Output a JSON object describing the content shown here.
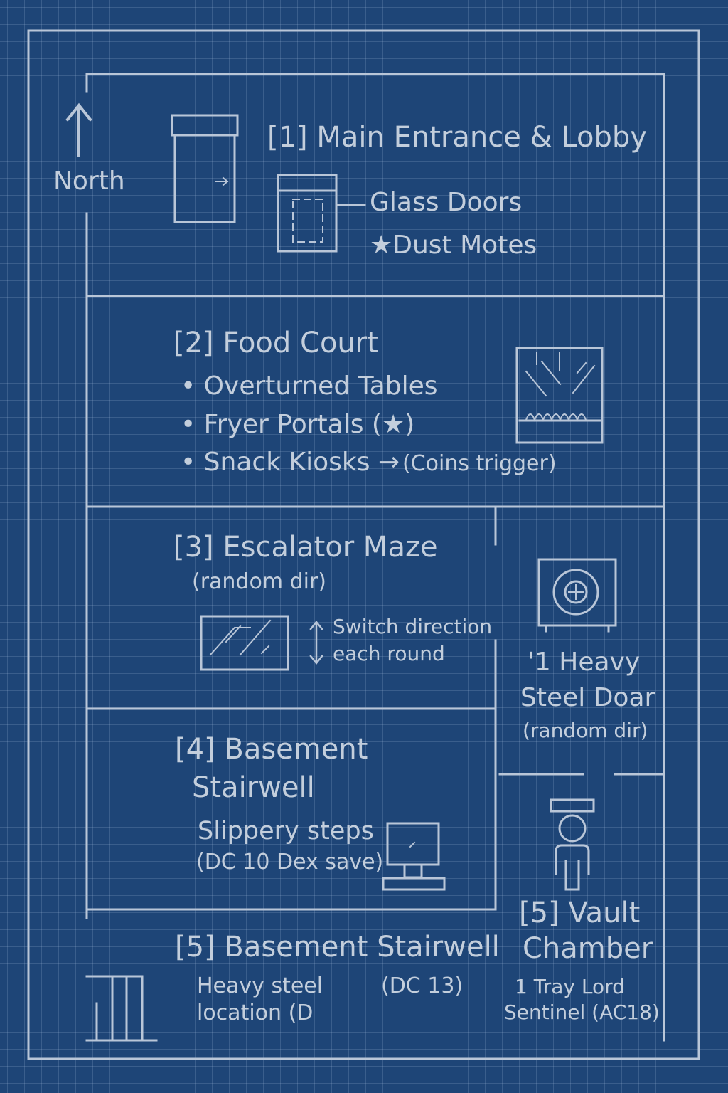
{
  "compass": {
    "label": "North"
  },
  "rooms": {
    "r1": {
      "title": "[1] Main Entrance & Lobby",
      "doors_label": "Glass Doors",
      "feature": "★Dust Motes"
    },
    "r2": {
      "title": "[2] Food Court",
      "bullets": [
        "• Overturned Tables",
        "• Fryer Portals (★)",
        "• Snack Kiosks →"
      ],
      "trigger": "(Coins trigger)"
    },
    "r3": {
      "title": "[3] Escalator Maze",
      "sub": "(random dir)",
      "note_line1": "Switch direction",
      "note_line2": "each round"
    },
    "door": {
      "line1": "'1 Heavy",
      "line2": "Steel Doar",
      "sub": "(random dir)"
    },
    "r4": {
      "title_line1": "[4] Basement",
      "title_line2": "Stairwell",
      "note_line1": "Slippery steps",
      "note_line2": "(DC 10 Dex save)"
    },
    "r5": {
      "title": "[5] Basement Stairwell",
      "note_line1": "Heavy steel",
      "note_line2": "location (D",
      "dc": "(DC 13)"
    },
    "vault": {
      "title_line1": "[5] Vault",
      "title_line2": "Chamber",
      "enemy_line1": "1 Tray Lord",
      "enemy_line2": "Sentinel (AC18)"
    }
  }
}
